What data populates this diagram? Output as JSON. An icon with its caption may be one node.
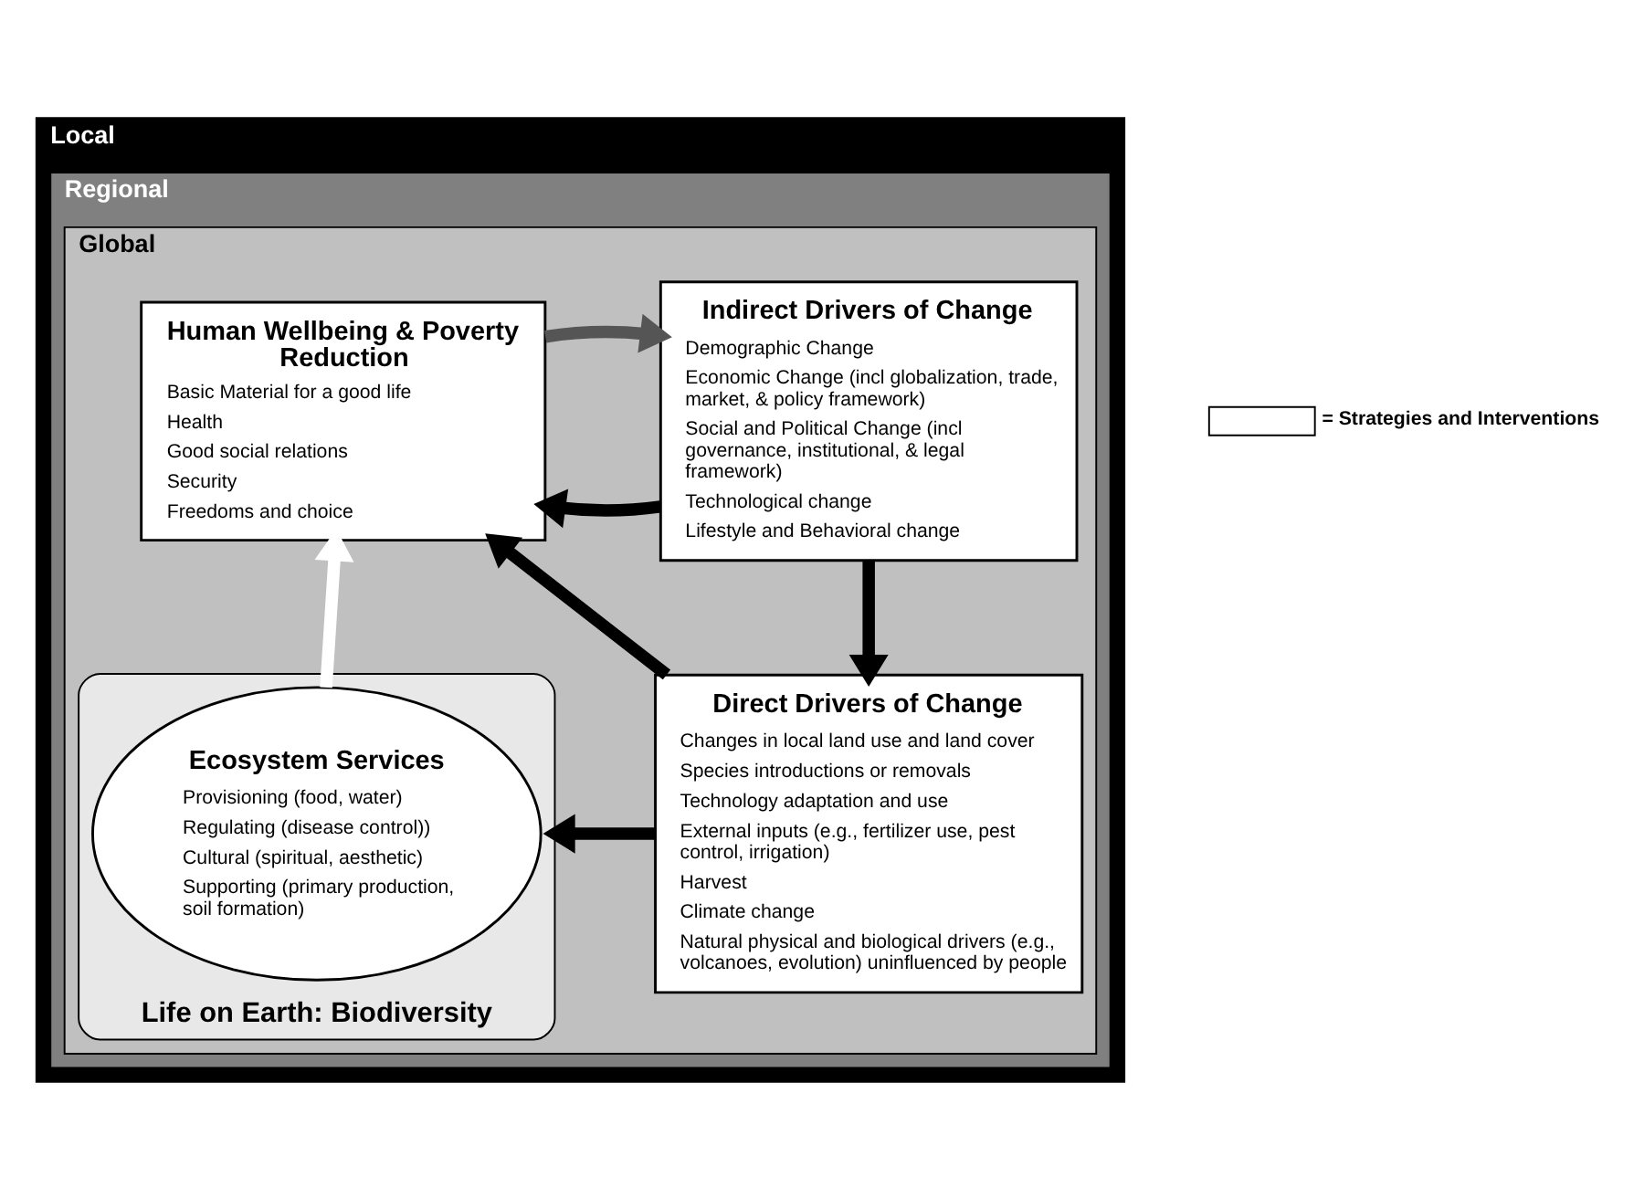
{
  "diagram": {
    "nodes": [
      {
        "text": [
          "Local"
        ]
      },
      {
        "text": [
          "Regional"
        ],
        "in": 0
      },
      {
        "text": [
          "Global"
        ],
        "in": 1
      },
      {
        "text": [
          "Human Wellbeing & Poverty Reduction",
          "Basic Material for a good life",
          "Health",
          "Good social relations",
          "Security",
          "Freedoms and choice"
        ],
        "in": 2
      },
      {
        "text": [
          "Indirect Drivers of Change",
          "Demographic Change",
          "Economic Change (incl globalization, trade, market, & policy framework)",
          "Social and Political Change (incl governance, institutional, & legal framework)",
          "Technological change",
          "Lifestyle and Behavioral change"
        ],
        "in": 2
      },
      {
        "text": [
          "Life on Earth: Biodiversity"
        ],
        "in": 2
      },
      {
        "text": [
          "Ecosystem Services",
          "Provisioning (food, water)",
          "Regulating (disease control))",
          "Cultural (spiritual, aesthetic)",
          "Supporting (primary production, soil formation)"
        ],
        "in": 5
      },
      {
        "text": [
          "Direct Drivers of Change",
          "Changes in local land use and land cover",
          "Species introductions or removals",
          "Technology adaptation and use",
          "External inputs (e.g., fertilizer use, pest control, irrigation)",
          "Harvest",
          "Climate change",
          "Natural physical and biological drivers (e.g., volcanoes, evolution) uninfluenced by people"
        ],
        "in": 2
      }
    ],
    "edges": [
      {
        "from": 4,
        "to": 3,
        "arrow": "to"
      },
      {
        "from": 3,
        "to": 4,
        "arrow": "to",
        "color": "#555555"
      },
      {
        "from": 4,
        "to": 7,
        "arrow": "to"
      },
      {
        "from": 7,
        "to": 3,
        "arrow": "to"
      },
      {
        "from": 7,
        "to": 5,
        "arrow": "to"
      },
      {
        "from": 6,
        "to": 3,
        "arrow": "to",
        "color": "#ffffff"
      }
    ],
    "legend": [
      {
        "text": "= Strategies and Interventions"
      }
    ]
  }
}
